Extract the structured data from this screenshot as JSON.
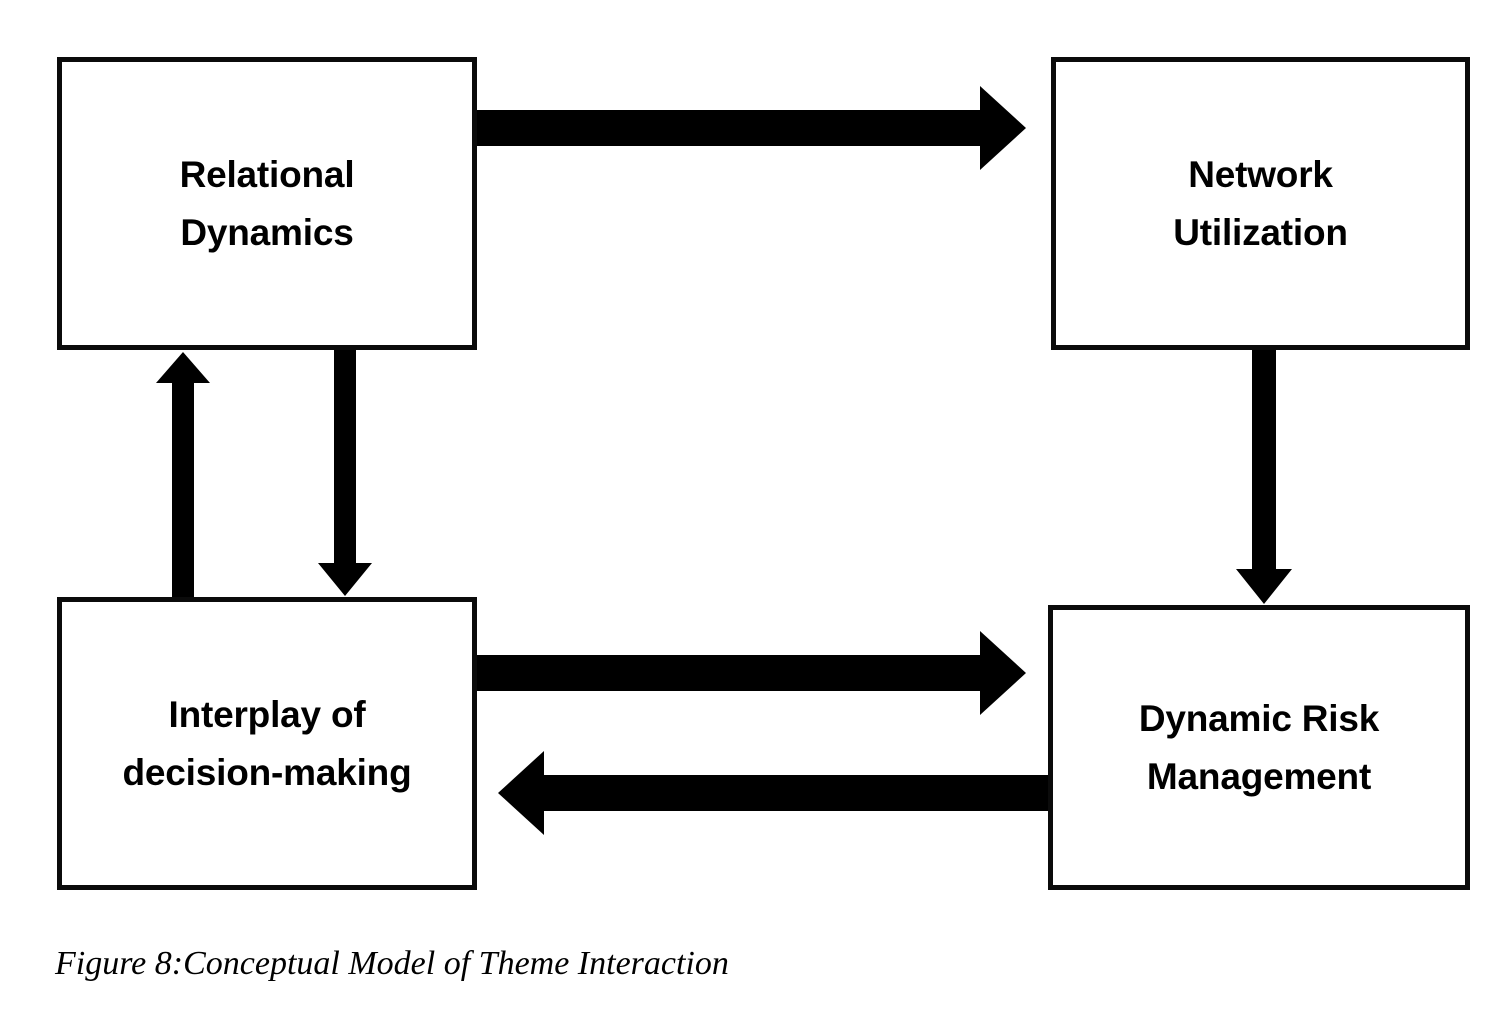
{
  "figure": {
    "caption": "Figure 8:Conceptual Model of Theme Interaction",
    "background_color": "#ffffff",
    "stroke_color": "#000000"
  },
  "nodes": [
    {
      "id": "relational-dynamics",
      "label": "Relational\nDynamics",
      "line1": "Relational",
      "line2": "Dynamics"
    },
    {
      "id": "network-utilization",
      "label": "Network\nUtilization",
      "line1": "Network",
      "line2": "Utilization"
    },
    {
      "id": "interplay-decision-making",
      "label": "Interplay of\ndecision-making",
      "line1": "Interplay of",
      "line2": "decision-making"
    },
    {
      "id": "dynamic-risk-management",
      "label": "Dynamic Risk\nManagement",
      "line1": "Dynamic Risk",
      "line2": "Management"
    }
  ],
  "edges": [
    {
      "id": "relational-to-network",
      "from": "relational-dynamics",
      "to": "network-utilization",
      "direction": "right",
      "arrowhead": "single"
    },
    {
      "id": "interplay-to-relational",
      "from": "interplay-decision-making",
      "to": "relational-dynamics",
      "direction": "up",
      "arrowhead": "single"
    },
    {
      "id": "relational-to-interplay",
      "from": "relational-dynamics",
      "to": "interplay-decision-making",
      "direction": "down",
      "arrowhead": "single"
    },
    {
      "id": "network-to-dynamic-risk",
      "from": "network-utilization",
      "to": "dynamic-risk-management",
      "direction": "down",
      "arrowhead": "single"
    },
    {
      "id": "interplay-to-dynamic-risk",
      "from": "interplay-decision-making",
      "to": "dynamic-risk-management",
      "direction": "right",
      "arrowhead": "single"
    },
    {
      "id": "dynamic-risk-to-interplay",
      "from": "dynamic-risk-management",
      "to": "interplay-decision-making",
      "direction": "left",
      "arrowhead": "single"
    }
  ]
}
